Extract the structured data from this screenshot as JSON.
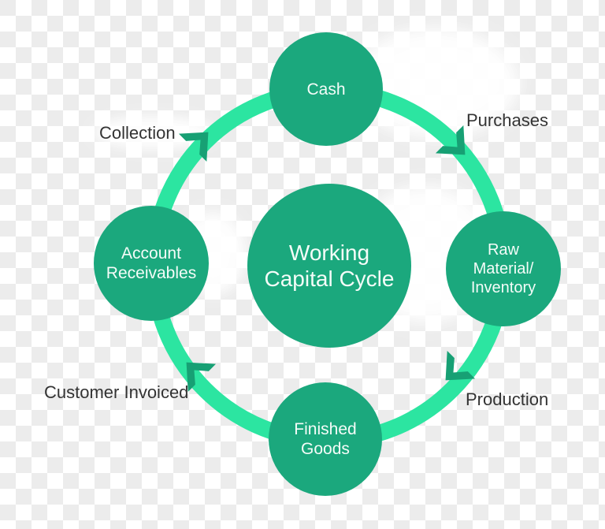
{
  "diagram": {
    "title": "Working Capital Cycle",
    "center_node": {
      "label": "Working\nCapital Cycle"
    },
    "nodes": [
      {
        "id": "cash",
        "label": "Cash"
      },
      {
        "id": "raw-material-inventory",
        "label": "Raw\nMaterial/\nInventory"
      },
      {
        "id": "finished-goods",
        "label": "Finished\nGoods"
      },
      {
        "id": "account-receivables",
        "label": "Account\nReceivables"
      }
    ],
    "edge_labels": [
      {
        "id": "purchases",
        "label": "Purchases"
      },
      {
        "id": "production",
        "label": "Production"
      },
      {
        "id": "customer-invoiced",
        "label": "Customer Invoiced"
      },
      {
        "id": "collection",
        "label": "Collection"
      }
    ],
    "flow_direction": "clockwise"
  },
  "theme": {
    "node_color": "#1ba87d",
    "ring_color": "#2ce5a1",
    "arrow_color": "#17a074",
    "node_text_color": "#f4fcf8",
    "label_color": "#333333",
    "checker_light": "#ffffff",
    "checker_dark": "#ececec"
  }
}
